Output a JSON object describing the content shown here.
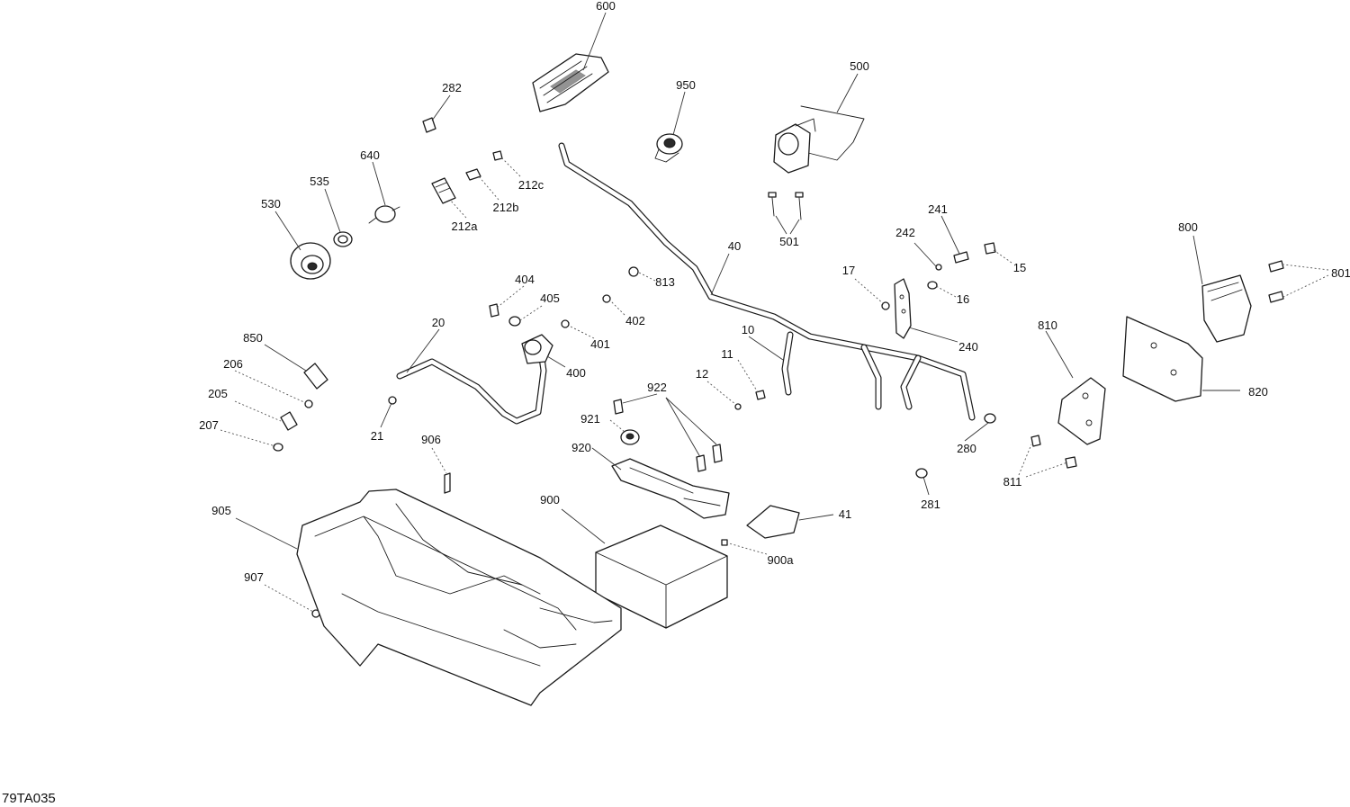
{
  "drawing_ref": "79TA035",
  "callouts": [
    {
      "id": "600",
      "text": "600"
    },
    {
      "id": "282",
      "text": "282"
    },
    {
      "id": "950",
      "text": "950"
    },
    {
      "id": "500",
      "text": "500"
    },
    {
      "id": "640",
      "text": "640"
    },
    {
      "id": "535",
      "text": "535"
    },
    {
      "id": "530",
      "text": "530"
    },
    {
      "id": "212c",
      "text": "212c"
    },
    {
      "id": "212b",
      "text": "212b"
    },
    {
      "id": "212a",
      "text": "212a"
    },
    {
      "id": "501",
      "text": "501"
    },
    {
      "id": "241",
      "text": "241"
    },
    {
      "id": "242",
      "text": "242"
    },
    {
      "id": "800",
      "text": "800"
    },
    {
      "id": "40",
      "text": "40"
    },
    {
      "id": "15",
      "text": "15"
    },
    {
      "id": "801",
      "text": "801"
    },
    {
      "id": "17",
      "text": "17"
    },
    {
      "id": "404",
      "text": "404"
    },
    {
      "id": "813",
      "text": "813"
    },
    {
      "id": "16",
      "text": "16"
    },
    {
      "id": "405",
      "text": "405"
    },
    {
      "id": "402",
      "text": "402"
    },
    {
      "id": "20",
      "text": "20"
    },
    {
      "id": "10",
      "text": "10"
    },
    {
      "id": "810",
      "text": "810"
    },
    {
      "id": "850",
      "text": "850"
    },
    {
      "id": "401",
      "text": "401"
    },
    {
      "id": "240",
      "text": "240"
    },
    {
      "id": "11",
      "text": "11"
    },
    {
      "id": "206",
      "text": "206"
    },
    {
      "id": "400",
      "text": "400"
    },
    {
      "id": "12",
      "text": "12"
    },
    {
      "id": "922",
      "text": "922"
    },
    {
      "id": "820",
      "text": "820"
    },
    {
      "id": "205",
      "text": "205"
    },
    {
      "id": "921",
      "text": "921"
    },
    {
      "id": "207",
      "text": "207"
    },
    {
      "id": "21",
      "text": "21"
    },
    {
      "id": "906",
      "text": "906"
    },
    {
      "id": "280",
      "text": "280"
    },
    {
      "id": "920",
      "text": "920"
    },
    {
      "id": "811",
      "text": "811"
    },
    {
      "id": "281",
      "text": "281"
    },
    {
      "id": "900",
      "text": "900"
    },
    {
      "id": "905",
      "text": "905"
    },
    {
      "id": "41",
      "text": "41"
    },
    {
      "id": "900a",
      "text": "900a"
    },
    {
      "id": "907",
      "text": "907"
    }
  ]
}
